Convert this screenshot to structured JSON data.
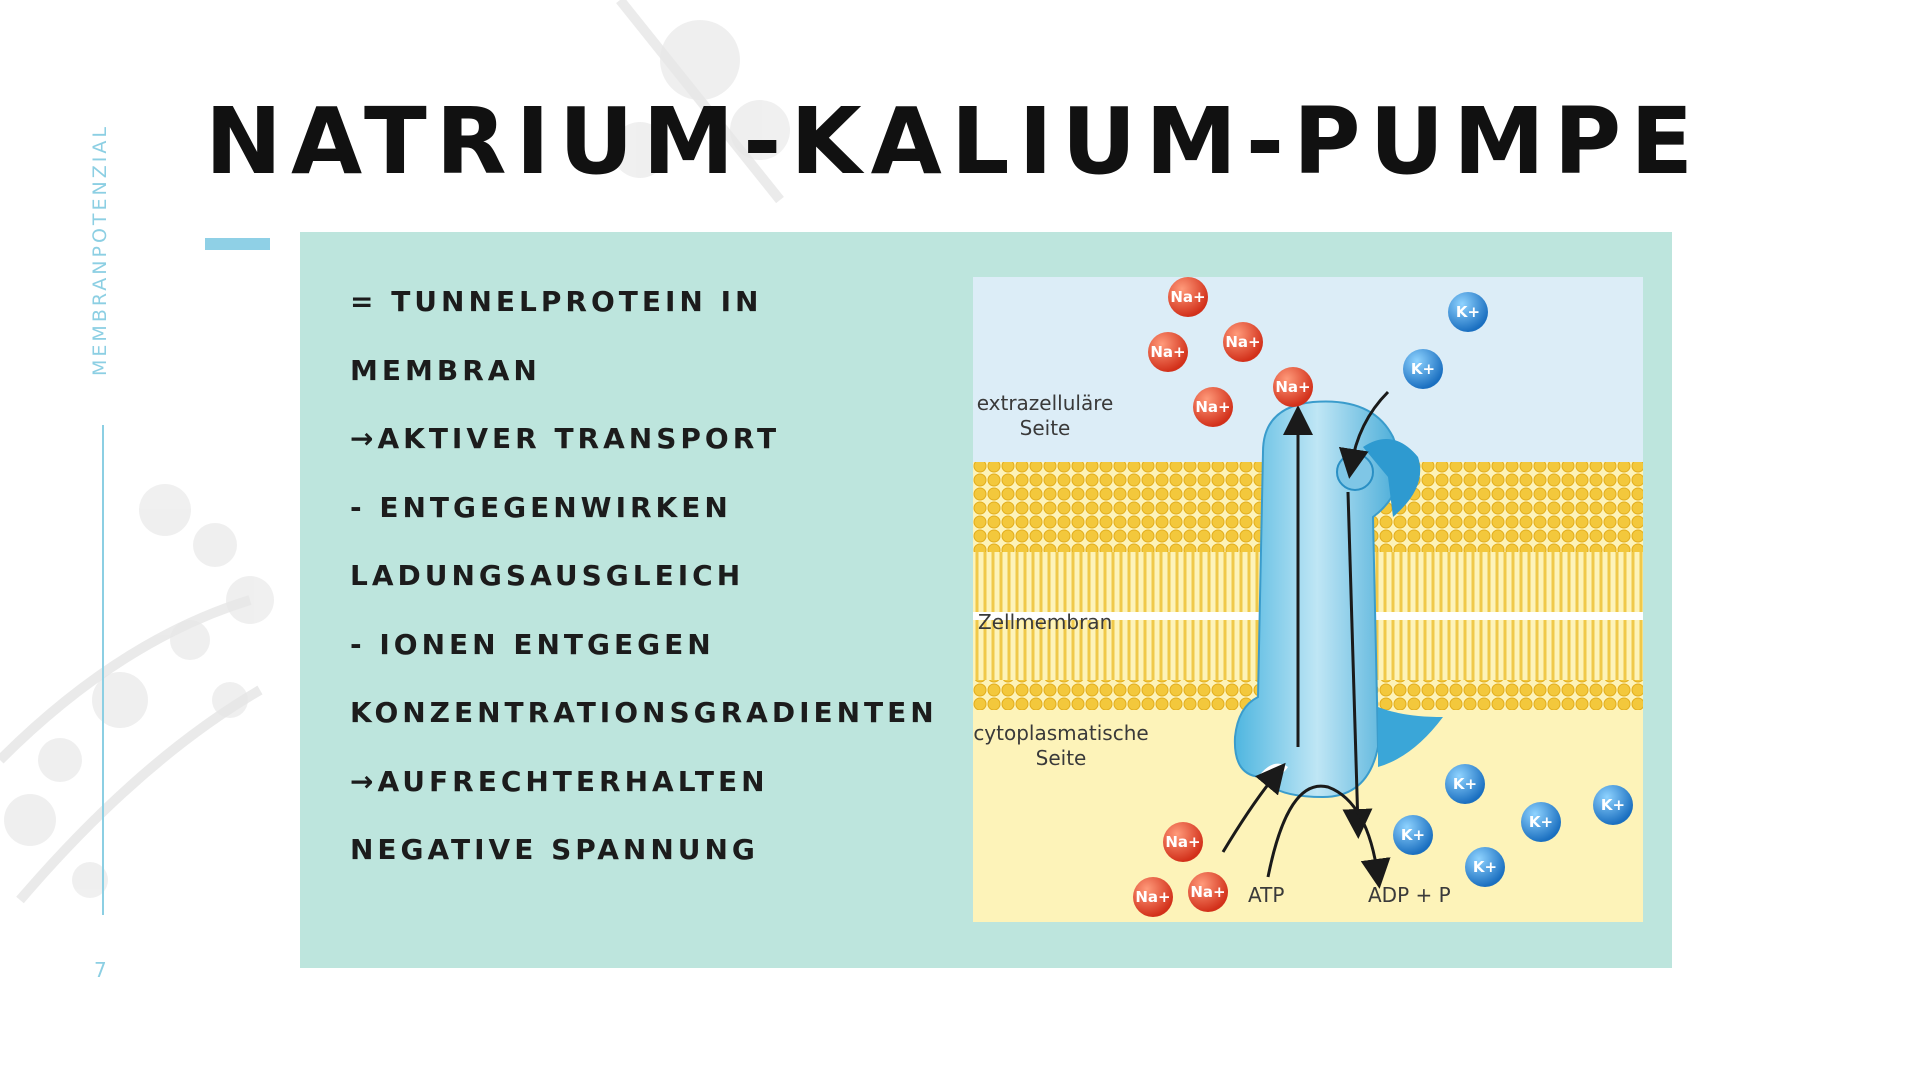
{
  "side_label": "MEMBRANPOTENZIAL",
  "page_number": "7",
  "title": "NATRIUM-KALIUM-PUMPE",
  "bullets": [
    "= TUNNELPROTEIN IN",
    "MEMBRAN",
    "→AKTIVER TRANSPORT",
    "-   ENTGEGENWIRKEN",
    "LADUNGSAUSGLEICH",
    "-   IONEN ENTGEGEN",
    "KONZENTRATIONSGRADIENTEN",
    "→AUFRECHTERHALTEN",
    "NEGATIVE SPANNUNG"
  ],
  "figure": {
    "labels": {
      "extracellular": [
        "extrazelluläre",
        "Seite"
      ],
      "membrane": "Zellmembran",
      "cytoplasmic": [
        "cytoplasmatische",
        "Seite"
      ],
      "atp": "ATP",
      "adp": "ADP + P"
    },
    "ions": {
      "na": "Na+",
      "k": "K+"
    }
  },
  "colors": {
    "panel": "#bde5dd",
    "accent": "#8fd0e6",
    "sodium": "#e0402a",
    "potassium": "#1f84cf",
    "membrane": "#f5cf4a",
    "pump": "#7fcbe8"
  }
}
